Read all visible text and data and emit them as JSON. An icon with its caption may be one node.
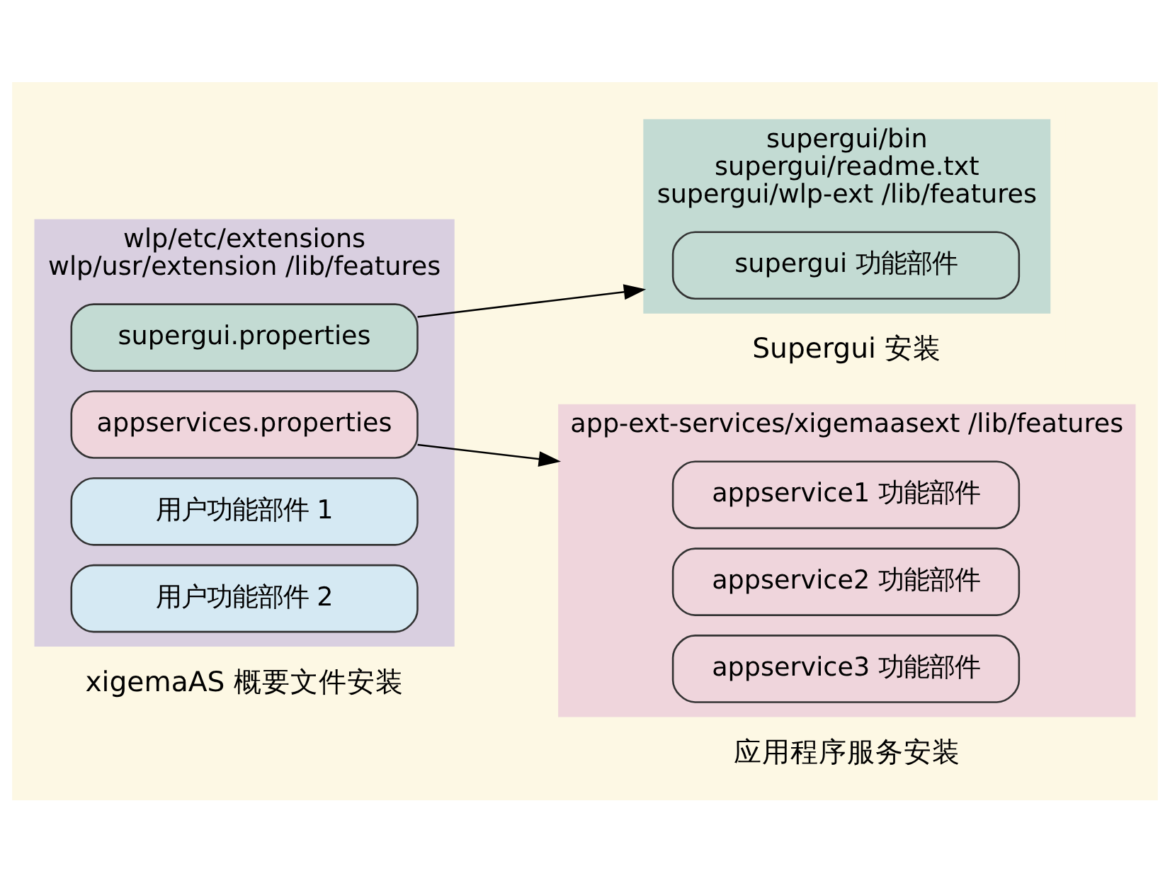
{
  "diagram": {
    "nodes": [
      {
        "text": [
          "wlp/etc/extensions",
          "wlp/usr/extension /lib/features"
        ],
        "beside": [
          "xigemaAS 概要文件安装"
        ]
      },
      {
        "text": [
          "supergui.properties"
        ],
        "in": 0
      },
      {
        "text": [
          "appservices.properties"
        ],
        "in": 0
      },
      {
        "text": [
          "用户功能部件 1"
        ],
        "in": 0
      },
      {
        "text": [
          "用户功能部件 2"
        ],
        "in": 0
      },
      {
        "text": [
          "supergui/bin",
          "supergui/readme.txt",
          "supergui/wlp-ext /lib/features"
        ],
        "beside": [
          "Supergui 安装"
        ]
      },
      {
        "text": [
          "supergui 功能部件"
        ],
        "in": 5
      },
      {
        "text": [
          "app-ext-services/xigemaasext /lib/features"
        ],
        "beside": [
          "应用程序服务安装"
        ]
      },
      {
        "text": [
          "appservice1 功能部件"
        ],
        "in": 7
      },
      {
        "text": [
          "appservice2 功能部件"
        ],
        "in": 7
      },
      {
        "text": [
          "appservice3 功能部件"
        ],
        "in": 7
      }
    ],
    "edges": [
      {
        "from": 1,
        "to": 5,
        "arrow": "to"
      },
      {
        "from": 2,
        "to": 7,
        "arrow": "to"
      }
    ]
  }
}
